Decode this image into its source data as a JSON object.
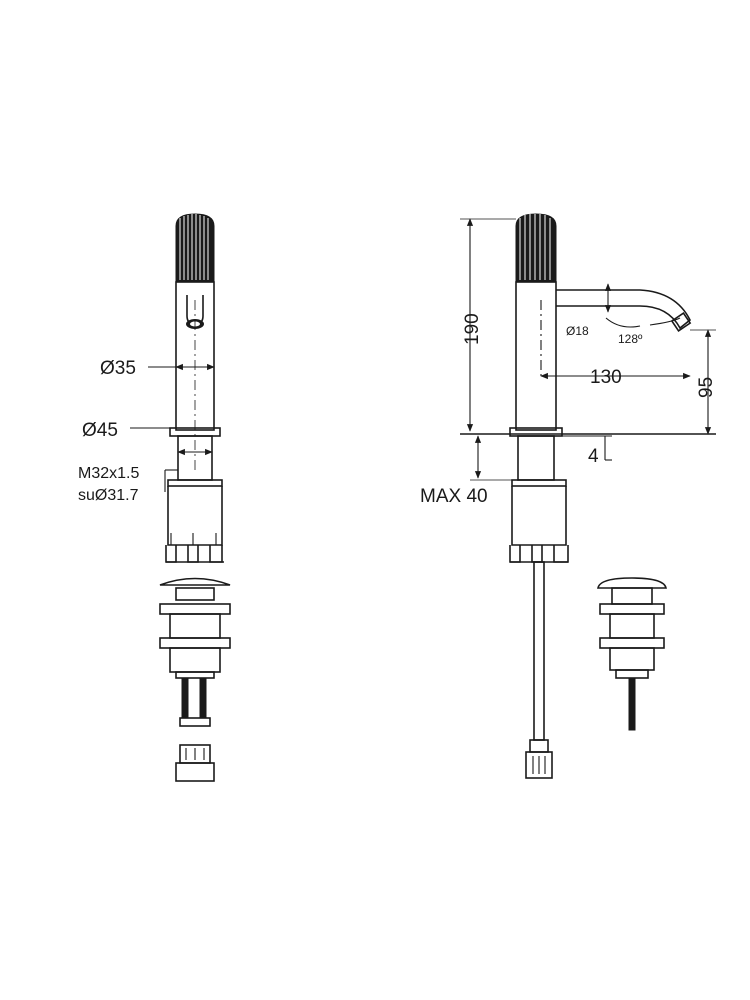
{
  "front_view": {
    "diameter_body": "Ø35",
    "diameter_base": "Ø45",
    "thread_line1": "M32x1.5",
    "thread_line2": "suØ31.7"
  },
  "side_view": {
    "height_total": "190",
    "spout_diameter": "Ø18",
    "spout_angle": "128º",
    "spout_reach": "130",
    "spout_height": "95",
    "base_thickness": "4",
    "max_deck": "MAX 40"
  }
}
